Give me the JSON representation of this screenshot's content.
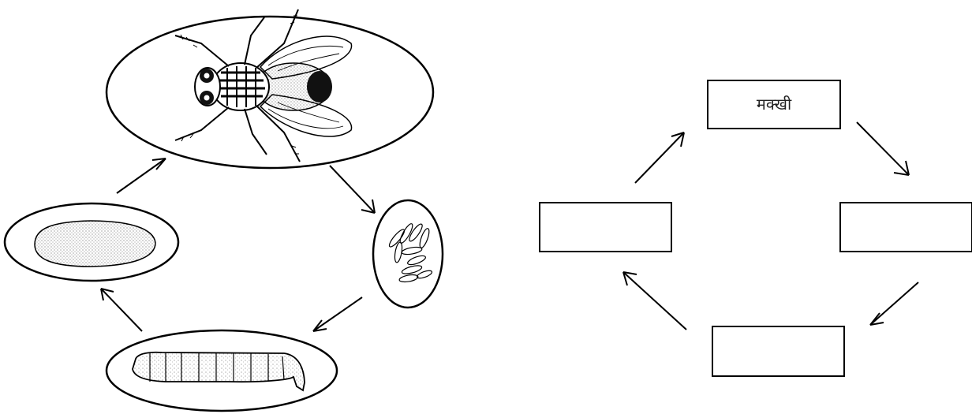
{
  "diagram": {
    "left_cycle": {
      "stages": [
        {
          "id": "adult",
          "illustration": "housefly-adult"
        },
        {
          "id": "eggs",
          "illustration": "fly-eggs"
        },
        {
          "id": "larva",
          "illustration": "maggot-larva"
        },
        {
          "id": "pupa",
          "illustration": "pupa-cocoon"
        }
      ]
    },
    "right_cycle": {
      "boxes": [
        {
          "id": "top",
          "label": "मक्खी"
        },
        {
          "id": "right",
          "label": ""
        },
        {
          "id": "bottom",
          "label": ""
        },
        {
          "id": "left",
          "label": ""
        }
      ]
    }
  }
}
